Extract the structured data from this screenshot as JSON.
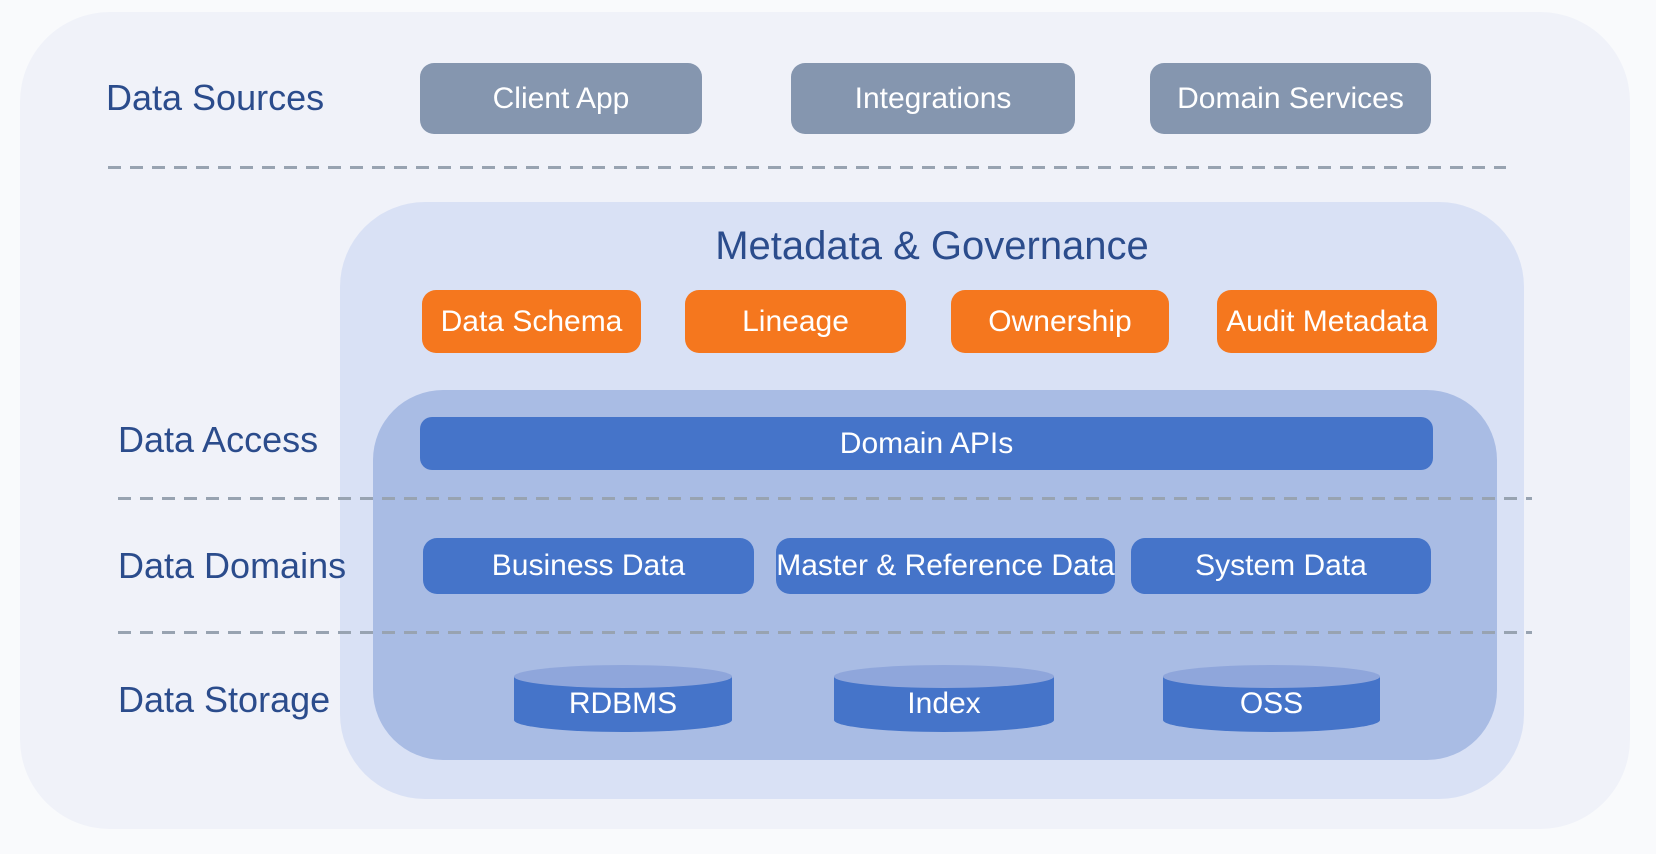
{
  "sources": {
    "label": "Data Sources",
    "boxes": [
      "Client App",
      "Integrations",
      "Domain Services"
    ]
  },
  "governance": {
    "title": "Metadata & Governance",
    "chips": [
      "Data Schema",
      "Lineage",
      "Ownership",
      "Audit Metadata"
    ]
  },
  "access": {
    "label": "Data Access",
    "api_bar": "Domain APIs"
  },
  "domains": {
    "label": "Data Domains",
    "boxes": [
      "Business Data",
      "Master & Reference Data",
      "System Data"
    ]
  },
  "storage": {
    "label": "Data Storage",
    "cylinders": [
      "RDBMS",
      "Index",
      "OSS"
    ]
  },
  "colors": {
    "page_bg": "#F9FAFC",
    "panel_bg": "#F0F2F9",
    "governance_panel_bg": "#D9E1F5",
    "inner_panel_bg": "#A9BCE4",
    "source_box_bg": "#8596AF",
    "chip_bg": "#F5771E",
    "blue_box_bg": "#4574C9",
    "cylinder_top_bg": "#8FA6DB",
    "label_text": "#2B4C8C",
    "box_text": "#FFFFFF",
    "dash_line": "#98A3B1"
  }
}
